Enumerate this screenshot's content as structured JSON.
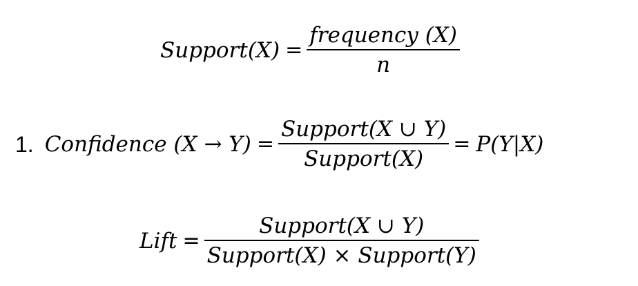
{
  "support": {
    "lhs": "Support(X)",
    "equals": "=",
    "numerator": "frequency (X)",
    "denominator": "n"
  },
  "confidence": {
    "number": "1.",
    "lhs": "Confidence (X → Y)",
    "equals": "=",
    "numerator": "Support(X ∪ Y)",
    "denominator": "Support(X)",
    "equals2": "=",
    "rhs": "P(Y|X)"
  },
  "lift": {
    "lhs": "Lift",
    "equals": "=",
    "numerator": "Support(X ∪ Y)",
    "denominator": "Support(X) × Support(Y)"
  }
}
